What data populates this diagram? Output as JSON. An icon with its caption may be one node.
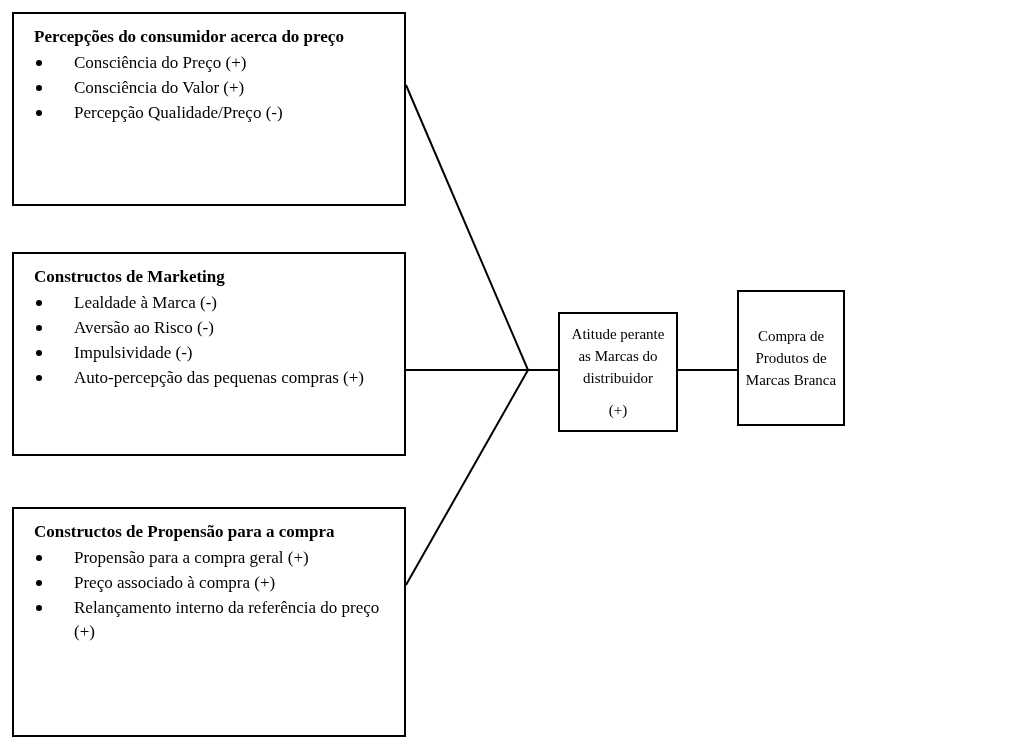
{
  "diagram": {
    "nodes": [
      {
        "text": [
          "Percepções do consumidor acerca do preço",
          "Consciência do Preço (+)",
          "Consciência do Valor (+)",
          "Percepção Qualidade/Preço (-)"
        ]
      },
      {
        "text": [
          "Constructos de Marketing",
          "Lealdade à Marca (-)",
          "Aversão ao Risco (-)",
          "Impulsividade (-)",
          "Auto-percepção das pequenas compras (+)"
        ]
      },
      {
        "text": [
          "Constructos de Propensão para a compra",
          "Propensão para a compra geral (+)",
          "Preço associado à compra (+)",
          "Relançamento interno da referência do preço (+)"
        ]
      },
      {
        "text": [
          "Atitude perante as Marcas do distribuidor",
          "(+)"
        ]
      },
      {
        "text": [
          "Compra de Produtos de Marcas Branca"
        ]
      }
    ],
    "edges": [
      {
        "from": 0,
        "to": 3,
        "arrow": "none"
      },
      {
        "from": 1,
        "to": 3,
        "arrow": "none"
      },
      {
        "from": 2,
        "to": 3,
        "arrow": "none"
      },
      {
        "from": 3,
        "to": 4,
        "arrow": "none"
      }
    ]
  }
}
